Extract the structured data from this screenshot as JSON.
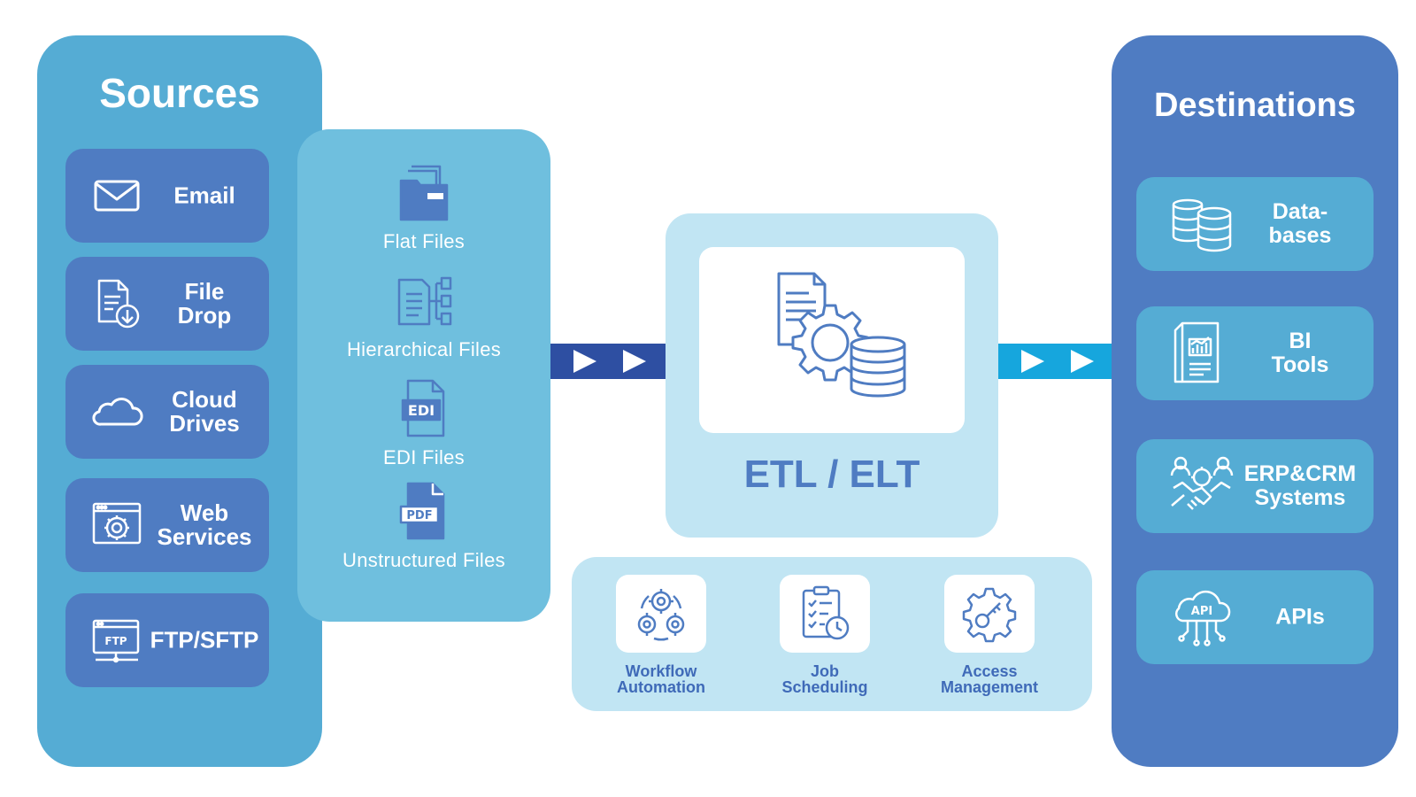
{
  "sources": {
    "title": "Sources",
    "items": [
      {
        "label": "Email",
        "icon": "envelope-icon"
      },
      {
        "label": "File\nDrop",
        "icon": "file-download-icon"
      },
      {
        "label": "Cloud\nDrives",
        "icon": "cloud-icon"
      },
      {
        "label": "Web\nServices",
        "icon": "web-gear-icon"
      },
      {
        "label": "FTP/SFTP",
        "icon": "ftp-icon"
      }
    ]
  },
  "file_types": [
    {
      "label": "Flat Files",
      "icon": "folder-files-icon"
    },
    {
      "label": "Hierarchical Files",
      "icon": "hierarchy-icon"
    },
    {
      "label": "EDI Files",
      "icon": "edi-file-icon"
    },
    {
      "label": "Unstructured Files",
      "icon": "pdf-file-icon"
    }
  ],
  "etl": {
    "label": "ETL / ELT",
    "icon": "document-gear-database-icon"
  },
  "features": [
    {
      "label": "Workflow\nAutomation",
      "icon": "gears-cycle-icon"
    },
    {
      "label": "Job\nScheduling",
      "icon": "clipboard-clock-icon"
    },
    {
      "label": "Access\nManagement",
      "icon": "gear-key-icon"
    }
  ],
  "destinations": {
    "title": "Destinations",
    "items": [
      {
        "label": "Data-\nbases",
        "icon": "database-icon"
      },
      {
        "label": "BI\nTools",
        "icon": "report-chart-icon"
      },
      {
        "label": "ERP&CRM\nSystems",
        "icon": "handshake-icon"
      },
      {
        "label": "APIs",
        "icon": "api-cloud-icon"
      }
    ]
  },
  "colors": {
    "sources_panel": "#55acd4",
    "source_tile": "#4f7cc2",
    "file_types_panel": "#6fbfde",
    "etl_panel": "#c1e5f3",
    "destinations_panel": "#4f7cc2",
    "destination_tile": "#55acd4",
    "arrow_in": "#2e4fa2",
    "arrow_out": "#16a6dd",
    "accent_text": "#4f7cc2"
  }
}
